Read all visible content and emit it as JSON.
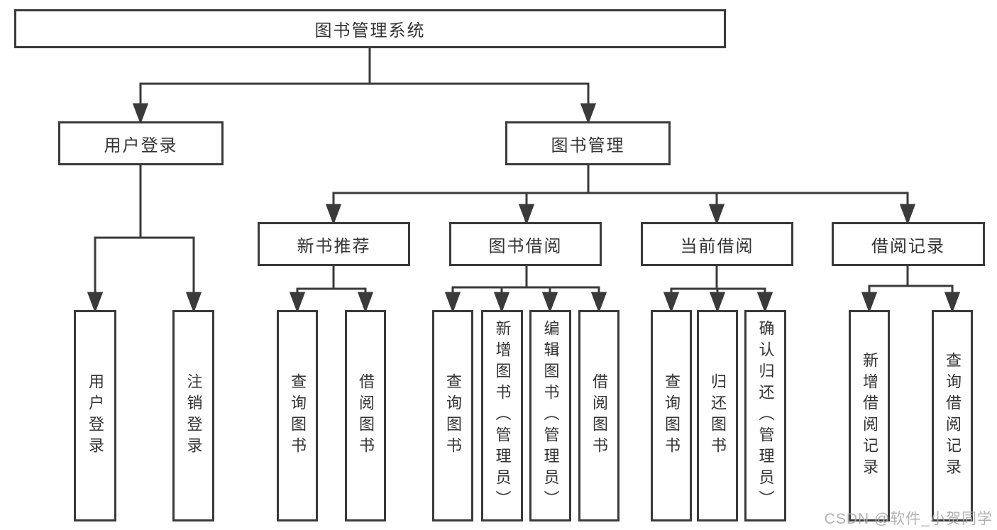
{
  "colors": {
    "line": "#3a3a3a",
    "box_border": "#3a3a3a",
    "text": "#333333",
    "background": "#ffffff",
    "watermark": "#a8a8a8"
  },
  "watermark": {
    "text": "CSDN @软件_小贺同学"
  },
  "tree": {
    "label": "图书管理系统",
    "children": [
      {
        "label": "用户登录",
        "children": [
          {
            "label": "用户登录"
          },
          {
            "label": "注销登录"
          }
        ]
      },
      {
        "label": "图书管理",
        "children": [
          {
            "label": "新书推荐",
            "children": [
              {
                "label": "查询图书"
              },
              {
                "label": "借阅图书"
              }
            ]
          },
          {
            "label": "图书借阅",
            "children": [
              {
                "label": "查询图书"
              },
              {
                "label": "新增图书（管理员）"
              },
              {
                "label": "编辑图书（管理员）"
              },
              {
                "label": "借阅图书"
              }
            ]
          },
          {
            "label": "当前借阅",
            "children": [
              {
                "label": "查询图书"
              },
              {
                "label": "归还图书"
              },
              {
                "label": "确认归还（管理员）"
              }
            ]
          },
          {
            "label": "借阅记录",
            "children": [
              {
                "label": "新增借阅记录"
              },
              {
                "label": "查询借阅记录"
              }
            ]
          }
        ]
      }
    ]
  }
}
